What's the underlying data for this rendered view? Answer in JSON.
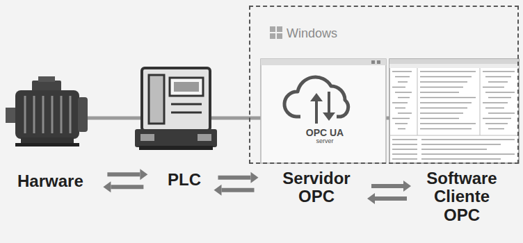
{
  "diagram": {
    "nodes": [
      {
        "text": [
          "Harware"
        ]
      },
      {
        "text": [
          "PLC"
        ]
      },
      {
        "text": [
          "Windows"
        ]
      },
      {
        "text": [
          "OPC UA",
          "server"
        ],
        "in": 2
      },
      {
        "text": [
          "Servidor OPC"
        ]
      },
      {
        "text": [
          "Software Cliente OPC"
        ]
      }
    ],
    "edges": [
      {
        "from": 0,
        "to": 1,
        "arrow": "both"
      },
      {
        "from": 1,
        "to": 4,
        "arrow": "both"
      },
      {
        "from": 4,
        "to": 5,
        "arrow": "both"
      }
    ]
  }
}
